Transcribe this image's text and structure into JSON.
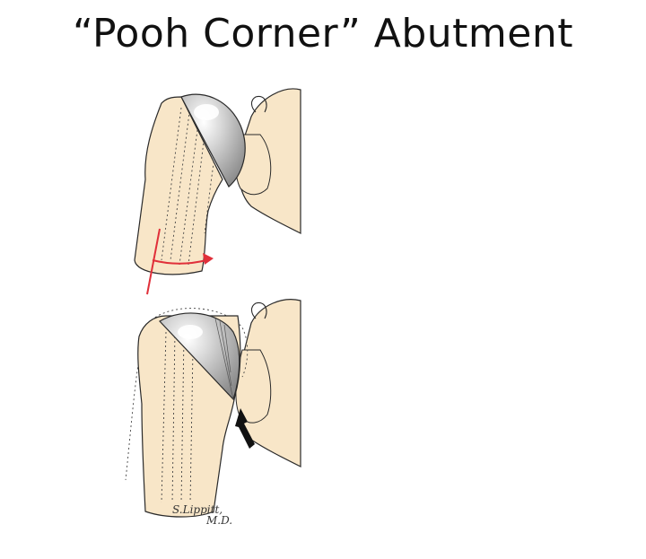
{
  "slide": {
    "title": "“Pooh Corner”  Abutment"
  },
  "figure": {
    "signature_line1": "S.Lippitt,",
    "signature_line2": "M.D.",
    "colors": {
      "bone": "#f8e6c8",
      "outline": "#2a2a2a",
      "implant_light": "#e2e2e2",
      "implant_dark": "#8d8d8d",
      "arrow_red": "#e0303a",
      "arrow_black": "#111111"
    },
    "icons": {
      "motion_arrow": "curved-red-arrow-icon",
      "contact_pointer": "black-pointer-arrow-icon"
    }
  }
}
